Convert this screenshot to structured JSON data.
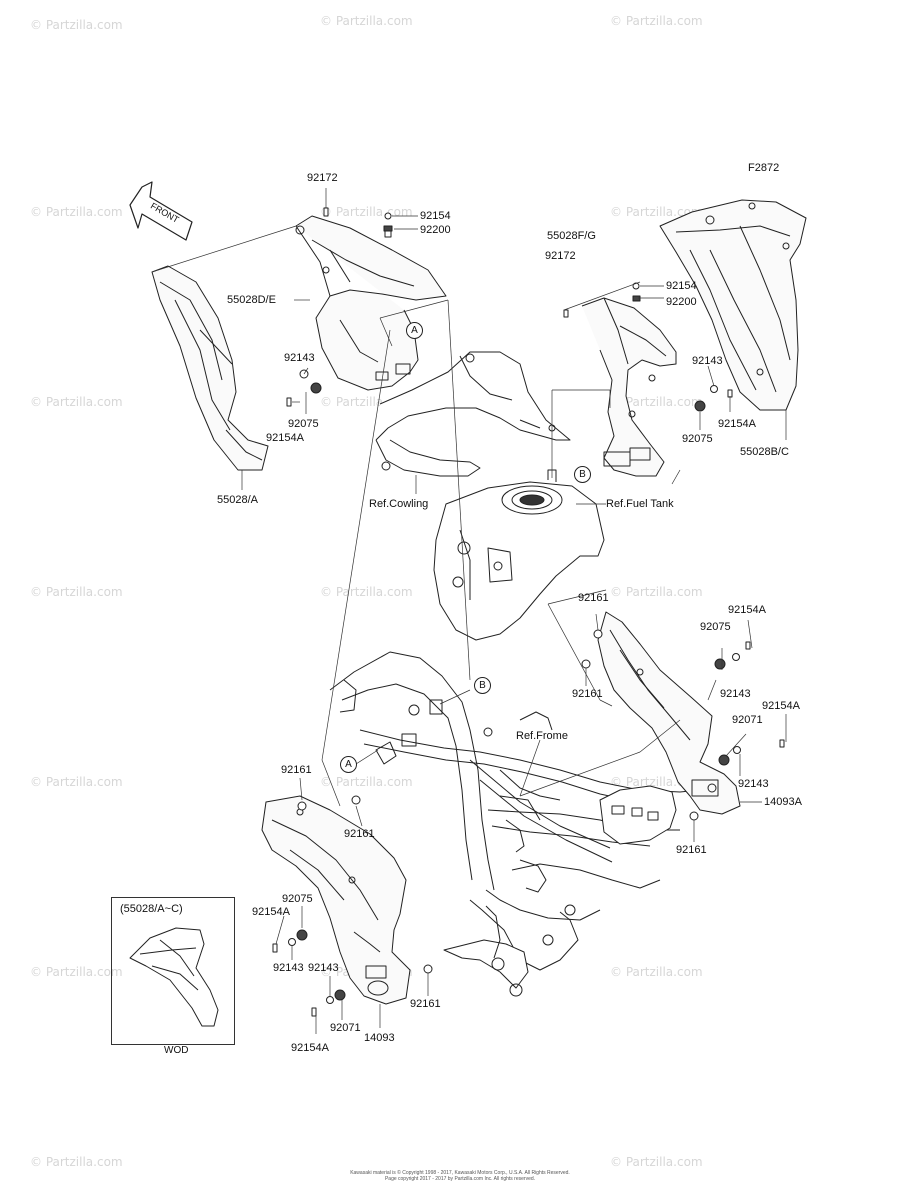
{
  "figure_code": "F2872",
  "front_label": "FRONT",
  "inset": {
    "title": "(55028/A~C)",
    "caption": "WOD"
  },
  "callouts": {
    "a": "A",
    "b": "B"
  },
  "references": {
    "cowling": "Ref.Cowling",
    "fuel_tank": "Ref.Fuel Tank",
    "frame": "Ref.Frome"
  },
  "parts": {
    "p92172_top": "92172",
    "p92154_top": "92154",
    "p92200_top": "92200",
    "p55028de": "55028D/E",
    "p92143_l": "92143",
    "p92154a_l": "92154A",
    "p92075_l": "92075",
    "p55028a": "55028/A",
    "p55028fg": "55028F/G",
    "p92172_r": "92172",
    "p92154_r": "92154",
    "p92200_r": "92200",
    "p92143_r": "92143",
    "p92154a_r": "92154A",
    "p92075_r": "92075",
    "p55028bc": "55028B/C",
    "p92161_r1": "92161",
    "p92161_r2": "92161",
    "p92154a_r2": "92154A",
    "p92075_r2": "92075",
    "p92143_r2": "92143",
    "p92154a_r3": "92154A",
    "p92071_r": "92071",
    "p92143_r3": "92143",
    "p14093a": "14093A",
    "p92161_r3": "92161",
    "p92161_l1": "92161",
    "p92161_l2": "92161",
    "p92075_b": "92075",
    "p92154a_b": "92154A",
    "p92143_b": "92143",
    "p92143_b2": "92143",
    "p92071_b": "92071",
    "p92154a_b2": "92154A",
    "p14093": "14093",
    "p92161_b": "92161"
  },
  "watermark": "© Partzilla.com",
  "footer": {
    "line1": "Kawasaki material is © Copyright 1998 - 2017, Kawasaki Motors Corp., U.S.A. All Rights Reserved.",
    "line2": "Page copyright 2017 - 2017 by Partzilla.com Inc. All rights reserved."
  }
}
